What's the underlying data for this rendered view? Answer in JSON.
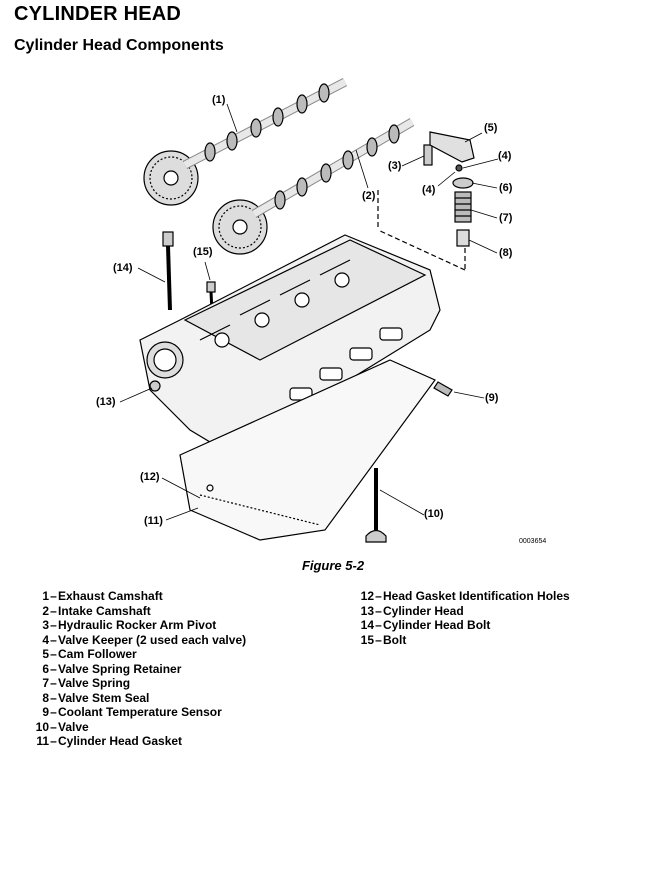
{
  "header": {
    "title": "CYLINDER HEAD",
    "subtitle": "Cylinder Head Components"
  },
  "figure": {
    "callouts": [
      "(1)",
      "(2)",
      "(3)",
      "(4)",
      "(5)",
      "(4)",
      "(6)",
      "(7)",
      "(8)",
      "(9)",
      "(10)",
      "(11)",
      "(12)",
      "(13)",
      "(14)",
      "(15)"
    ],
    "code": "0003654",
    "caption": "Figure 5-2"
  },
  "legend": {
    "dash": "–",
    "left": [
      {
        "num": "1",
        "text": "Exhaust Camshaft"
      },
      {
        "num": "2",
        "text": "Intake Camshaft"
      },
      {
        "num": "3",
        "text": "Hydraulic Rocker Arm Pivot"
      },
      {
        "num": "4",
        "text": "Valve Keeper (2 used each valve)"
      },
      {
        "num": "5",
        "text": "Cam Follower"
      },
      {
        "num": "6",
        "text": "Valve Spring Retainer"
      },
      {
        "num": "7",
        "text": "Valve Spring"
      },
      {
        "num": "8",
        "text": "Valve Stem Seal"
      },
      {
        "num": "9",
        "text": "Coolant Temperature Sensor"
      },
      {
        "num": "10",
        "text": "Valve"
      },
      {
        "num": "11",
        "text": "Cylinder Head Gasket"
      }
    ],
    "right": [
      {
        "num": "12",
        "text": "Head Gasket Identification Holes"
      },
      {
        "num": "13",
        "text": "Cylinder Head"
      },
      {
        "num": "14",
        "text": "Cylinder Head Bolt"
      },
      {
        "num": "15",
        "text": "Bolt"
      }
    ]
  }
}
